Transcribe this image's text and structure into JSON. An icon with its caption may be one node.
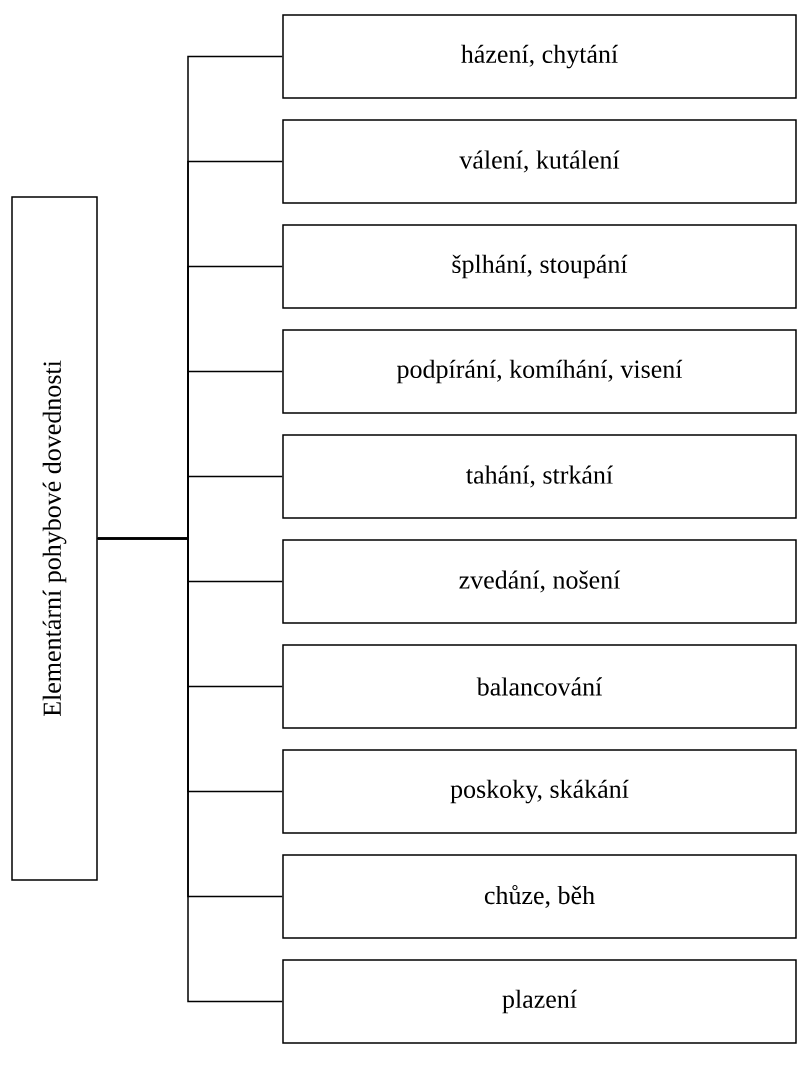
{
  "diagram": {
    "nodes": [
      {
        "text": [
          "Elementární pohybové dovednosti"
        ]
      },
      {
        "text": [
          "házení, chytání"
        ]
      },
      {
        "text": [
          "válení, kutálení"
        ]
      },
      {
        "text": [
          "šplhání, stoupání"
        ]
      },
      {
        "text": [
          "podpírání, komíhání, visení"
        ]
      },
      {
        "text": [
          "tahání, strkání"
        ]
      },
      {
        "text": [
          "zvedání, nošení"
        ]
      },
      {
        "text": [
          "balancování"
        ]
      },
      {
        "text": [
          "poskoky, skákání"
        ]
      },
      {
        "text": [
          "chůze, běh"
        ]
      },
      {
        "text": [
          "plazení"
        ]
      }
    ],
    "edges": [
      {
        "from": 0,
        "to": 1,
        "arrow": "none"
      },
      {
        "from": 0,
        "to": 2,
        "arrow": "none"
      },
      {
        "from": 0,
        "to": 3,
        "arrow": "none"
      },
      {
        "from": 0,
        "to": 4,
        "arrow": "none"
      },
      {
        "from": 0,
        "to": 5,
        "arrow": "none"
      },
      {
        "from": 0,
        "to": 6,
        "arrow": "none"
      },
      {
        "from": 0,
        "to": 7,
        "arrow": "none"
      },
      {
        "from": 0,
        "to": 8,
        "arrow": "none"
      },
      {
        "from": 0,
        "to": 9,
        "arrow": "none"
      },
      {
        "from": 0,
        "to": 10,
        "arrow": "none"
      }
    ]
  }
}
